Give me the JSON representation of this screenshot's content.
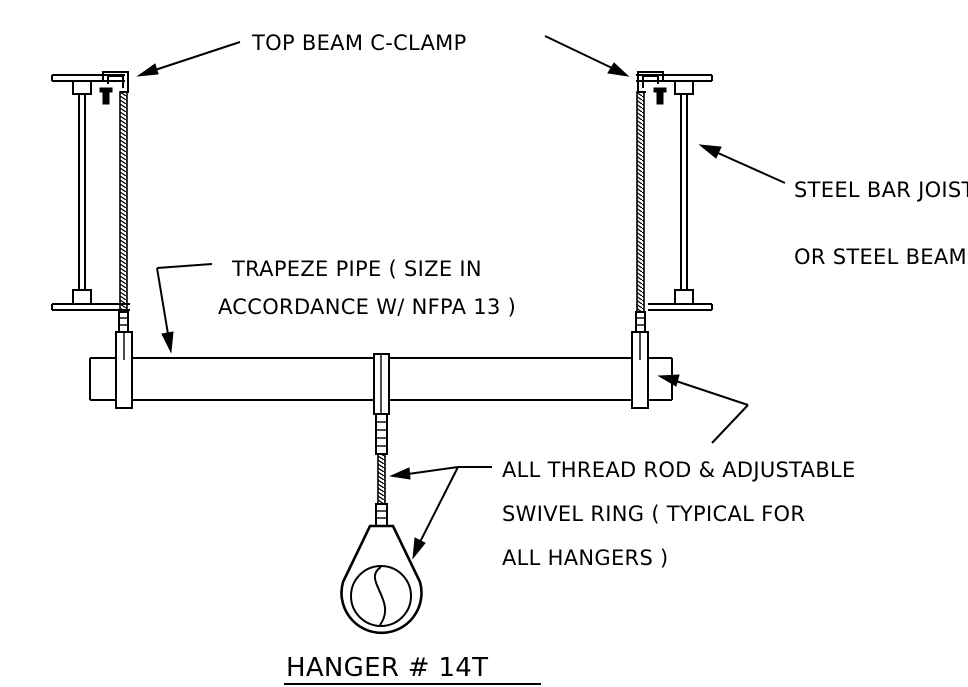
{
  "labels": {
    "top_beam_clamp": "TOP BEAM C-CLAMP",
    "joist_line1": "STEEL BAR JOIST",
    "joist_line2": "OR STEEL BEAM",
    "pipe_line1": "TRAPEZE PIPE ( SIZE IN",
    "pipe_line2": "ACCORDANCE W/ NFPA 13 )",
    "rod_line1": "ALL THREAD ROD & ADJUSTABLE",
    "rod_line2": "SWIVEL RING ( TYPICAL FOR",
    "rod_line3": "ALL HANGERS )"
  },
  "title": "HANGER # 14T"
}
